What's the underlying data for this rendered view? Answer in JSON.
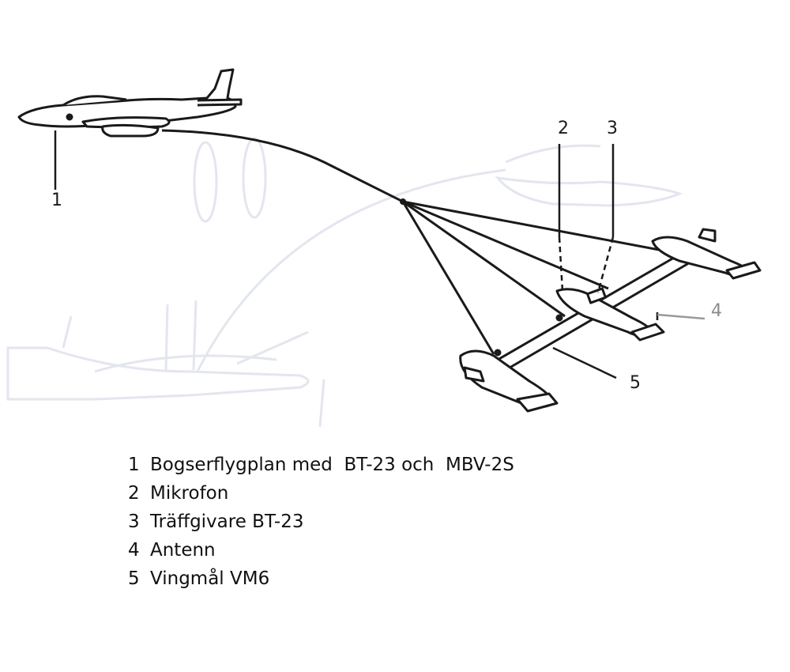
{
  "callouts": [
    {
      "num": "1"
    },
    {
      "num": "2"
    },
    {
      "num": "3"
    },
    {
      "num": "4"
    },
    {
      "num": "5"
    }
  ],
  "legend": [
    {
      "num": "1",
      "text": "Bogserflygplan med  BT-23 och  MBV-2S"
    },
    {
      "num": "2",
      "text": "Mikrofon"
    },
    {
      "num": "3",
      "text": "Träffgivare BT-23"
    },
    {
      "num": "4",
      "text": "Antenn"
    },
    {
      "num": "5",
      "text": "Vingmål VM6"
    }
  ],
  "colors": {
    "ink": "#1a1a1a",
    "faded_background": "#e6e8ef",
    "callout_faded": "#8a8a8a"
  }
}
